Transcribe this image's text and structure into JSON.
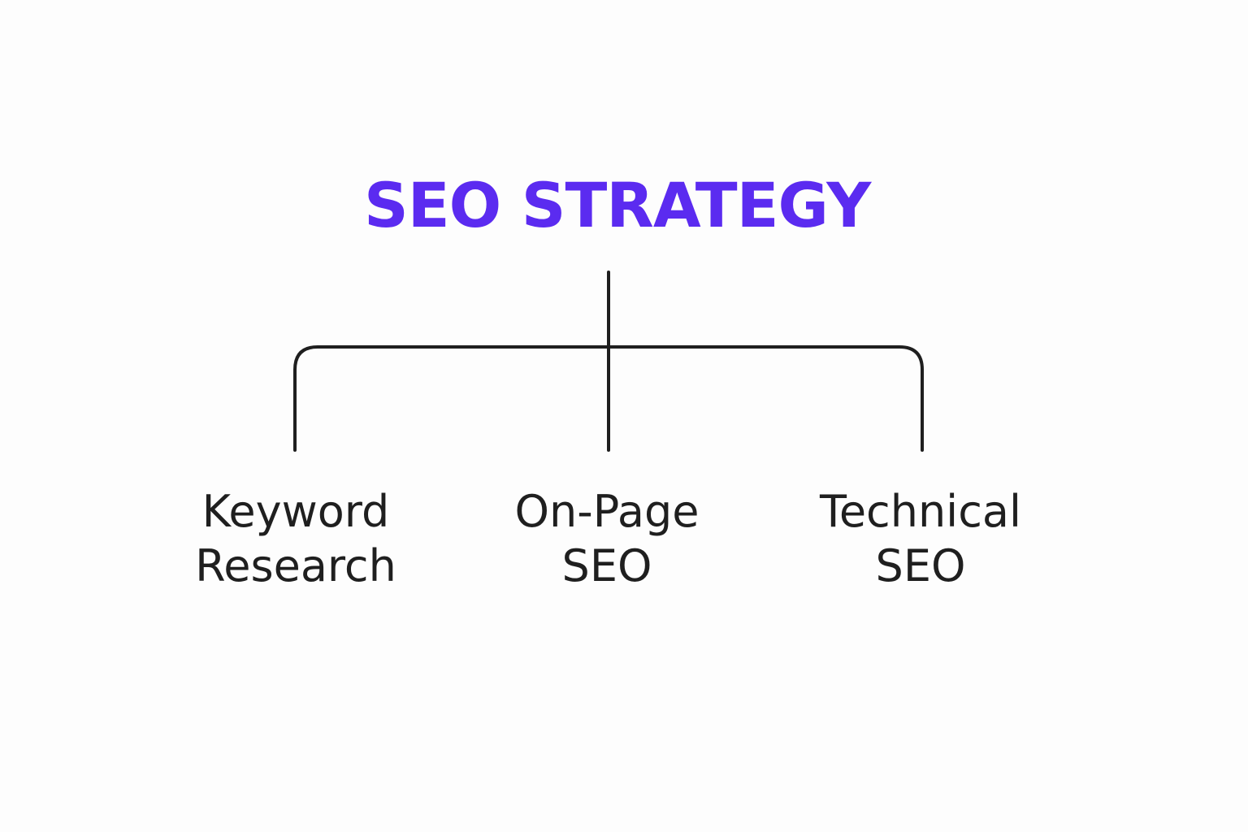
{
  "diagram": {
    "title": "SEO STRATEGY",
    "accent_color": "#5b2bf0",
    "line_color": "#1f1f1f",
    "children": [
      {
        "line1": "Keyword",
        "line2": "Research"
      },
      {
        "line1": "On-Page",
        "line2": "SEO"
      },
      {
        "line1": "Technical",
        "line2": "SEO"
      }
    ]
  }
}
